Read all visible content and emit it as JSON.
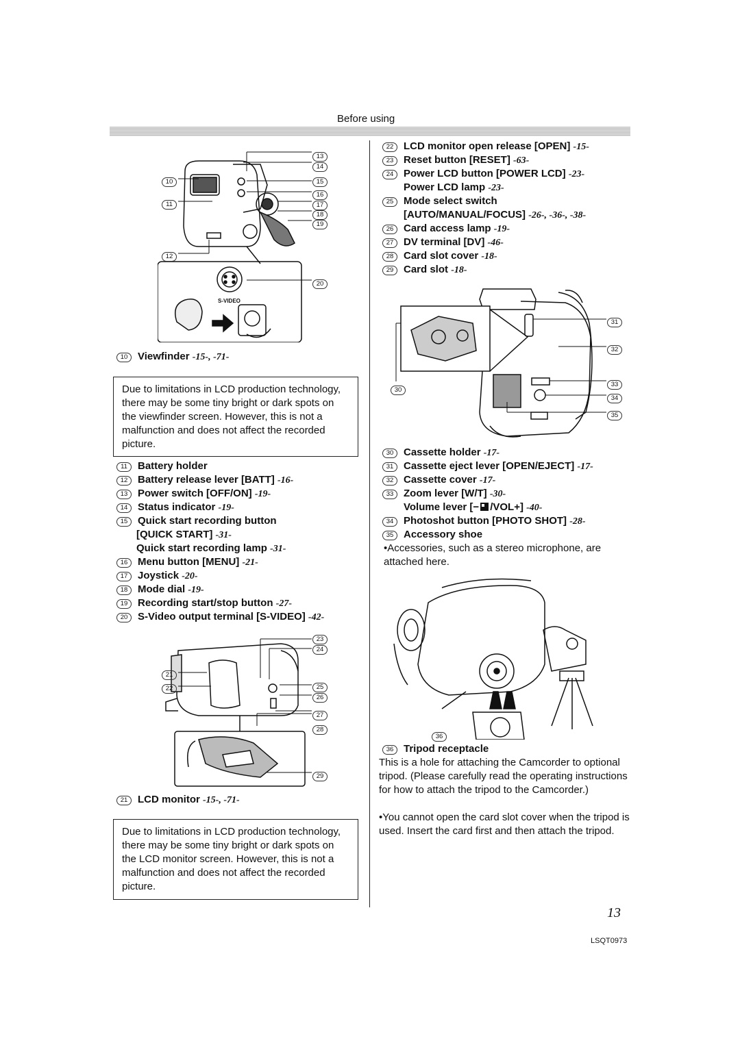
{
  "header": {
    "section": "Before using"
  },
  "left": {
    "fig1_callouts": [
      "13",
      "14",
      "10",
      "15",
      "16",
      "11",
      "17",
      "18",
      "19",
      "12",
      "20"
    ],
    "fig1_svideo_label": "S-VIDEO",
    "item10": {
      "num": "10",
      "label": "Viewfinder",
      "ref": "-15-, -71-"
    },
    "note1": "Due to limitations in LCD production technology, there may be some tiny bright or dark spots on the viewfinder screen. However, this is not a malfunction and does not affect the recorded picture.",
    "items": [
      {
        "num": "11",
        "label": "Battery holder",
        "ref": ""
      },
      {
        "num": "12",
        "label": "Battery release lever [BATT]",
        "ref": "-16-"
      },
      {
        "num": "13",
        "label": "Power switch [OFF/ON]",
        "ref": "-19-"
      },
      {
        "num": "14",
        "label": "Status indicator",
        "ref": "-19-"
      },
      {
        "num": "15",
        "label": "Quick start recording button",
        "ref": ""
      }
    ],
    "item15_cont1": {
      "label": "[QUICK START]",
      "ref": "-31-"
    },
    "item15_cont2": {
      "label": "Quick start recording lamp",
      "ref": "-31-"
    },
    "items2": [
      {
        "num": "16",
        "label": "Menu button [MENU]",
        "ref": "-21-"
      },
      {
        "num": "17",
        "label": "Joystick",
        "ref": "-20-"
      },
      {
        "num": "18",
        "label": "Mode dial",
        "ref": "-19-"
      },
      {
        "num": "19",
        "label": "Recording start/stop button",
        "ref": "-27-"
      },
      {
        "num": "20",
        "label": "S-Video output terminal [S-VIDEO]",
        "ref": "-42-"
      }
    ],
    "fig2_callouts": [
      "23",
      "24",
      "21",
      "22",
      "25",
      "26",
      "27",
      "28",
      "29"
    ],
    "item21": {
      "num": "21",
      "label": "LCD monitor",
      "ref": "-15-, -71-"
    },
    "note2": "Due to limitations in LCD production technology, there may be some tiny bright or dark spots on the LCD monitor screen. However, this is not a malfunction and does not affect the recorded picture."
  },
  "right": {
    "items": [
      {
        "num": "22",
        "label": "LCD monitor open release [OPEN]",
        "ref": "-15-"
      },
      {
        "num": "23",
        "label": "Reset button [RESET]",
        "ref": "-63-"
      },
      {
        "num": "24",
        "label": "Power LCD button [POWER LCD]",
        "ref": "-23-"
      }
    ],
    "item24_cont": {
      "label": "Power LCD lamp",
      "ref": "-23-"
    },
    "item25": {
      "num": "25",
      "label": "Mode select switch",
      "ref": ""
    },
    "item25_cont": {
      "label": "[AUTO/MANUAL/FOCUS]",
      "ref": "-26-, -36-, -38-"
    },
    "items2": [
      {
        "num": "26",
        "label": "Card access lamp",
        "ref": "-19-"
      },
      {
        "num": "27",
        "label": "DV terminal [DV]",
        "ref": "-46-"
      },
      {
        "num": "28",
        "label": "Card slot cover",
        "ref": "-18-"
      },
      {
        "num": "29",
        "label": "Card slot",
        "ref": "-18-"
      }
    ],
    "fig3_callouts": [
      "31",
      "32",
      "30",
      "33",
      "34",
      "35"
    ],
    "items3": [
      {
        "num": "30",
        "label": "Cassette holder",
        "ref": "-17-"
      },
      {
        "num": "31",
        "label": "Cassette eject lever [OPEN/EJECT]",
        "ref": "-17-"
      },
      {
        "num": "32",
        "label": "Cassette cover",
        "ref": "-17-"
      },
      {
        "num": "33",
        "label": "Zoom lever [W/T]",
        "ref": "-30-"
      }
    ],
    "item33_cont": {
      "label_a": "Volume lever [−",
      "label_b": "/VOL+]",
      "ref": "-40-"
    },
    "items4": [
      {
        "num": "34",
        "label": "Photoshot button [PHOTO SHOT]",
        "ref": "-28-"
      },
      {
        "num": "35",
        "label": "Accessory shoe",
        "ref": ""
      }
    ],
    "bullet1": "•Accessories, such as a stereo microphone, are attached here.",
    "fig4_callout": "36",
    "item36": {
      "num": "36",
      "label": "Tripod receptacle",
      "ref": ""
    },
    "tripod_text": "This is a hole for attaching the Camcorder to optional tripod. (Please carefully read the operating instructions for how to attach the tripod to the Camcorder.)",
    "bullet2": "•You cannot open the card slot cover when the tripod is used. Insert the card first and then attach the tripod."
  },
  "footer": {
    "page": "13",
    "code": "LSQT0973"
  }
}
